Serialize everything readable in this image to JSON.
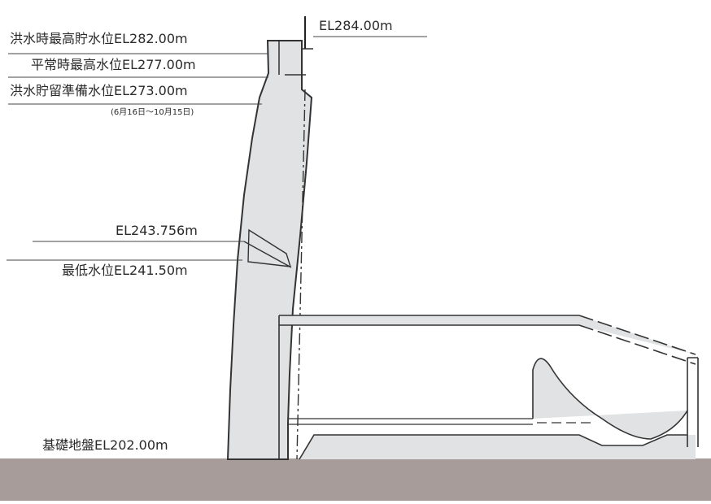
{
  "levels": {
    "dam_crest": "EL284.00m",
    "flood_max": "洪水時最高貯水位EL282.00m",
    "normal_max": "平常時最高水位EL277.00m",
    "flood_standby": "洪水貯留準備水位EL273.00m",
    "flood_standby_period": "(6月16日〜10月15日)",
    "intake": "EL243.756m",
    "min_water": "最低水位EL241.50m",
    "foundation": "基礎地盤EL202.00m"
  },
  "colors": {
    "dam_fill": "#e0e2e3",
    "ground": "#a89c9b",
    "line": "#333333",
    "text": "#2a2a2a"
  }
}
